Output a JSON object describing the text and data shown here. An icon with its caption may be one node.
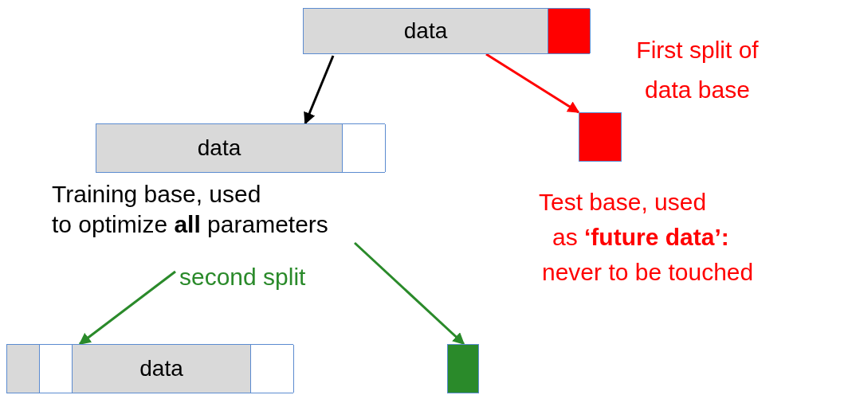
{
  "diagram": {
    "nodes": [
      {
        "text": [
          "data"
        ]
      },
      {
        "text": [
          "data"
        ],
        "beside": [
          "Training base, used",
          "to optimize **all** parameters"
        ]
      },
      {
        "text": [],
        "shape": "box",
        "beside": [
          "Test base, used",
          "as **‘future data’:**",
          "never to be touched"
        ]
      },
      {
        "text": [
          "data"
        ]
      },
      {
        "text": [],
        "shape": "box"
      }
    ],
    "edges": [
      {
        "from": 0,
        "to": 1,
        "arrow": "to",
        "color": "#000000"
      },
      {
        "from": 0,
        "to": 2,
        "arrow": "to",
        "color": "#ff0000"
      },
      {
        "from": 1,
        "to": 3,
        "arrow": "to",
        "color": "#2a8a2a"
      },
      {
        "from": 1,
        "to": 4,
        "arrow": "to",
        "color": "#2a8a2a"
      }
    ],
    "labels": [
      "First split of data base",
      "second split"
    ]
  }
}
